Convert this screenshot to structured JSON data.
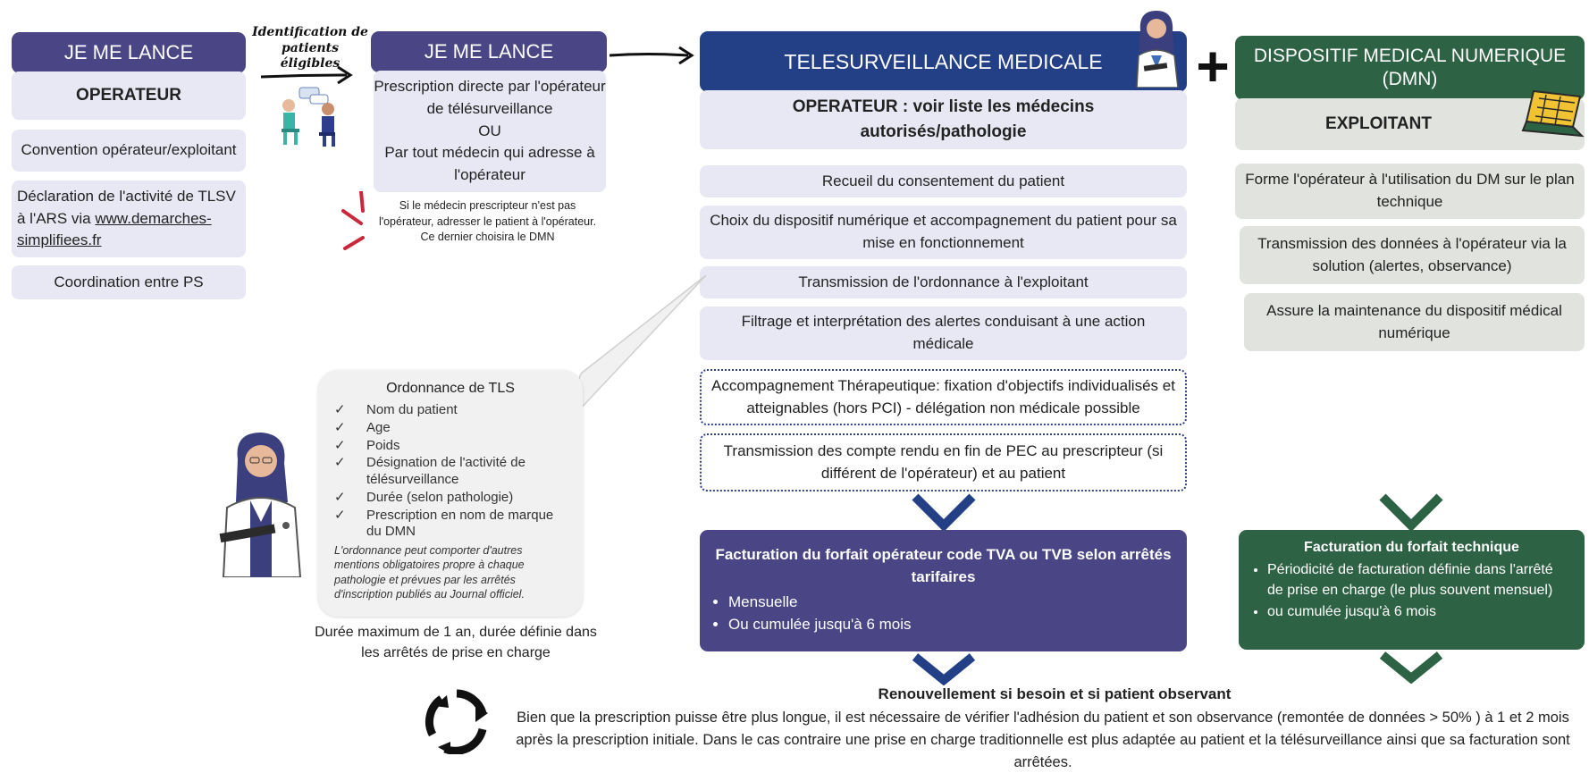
{
  "col1": {
    "header": "JE ME LANCE",
    "role": "OPERATEUR",
    "items": [
      "Convention opérateur/exploitant",
      "Coordination entre PS"
    ],
    "declaration_prefix": "Déclaration de l'activité de TLSV à l'ARS via ",
    "declaration_link": "www.demarches-simplifiees.fr"
  },
  "arrow_label": "Identification de patients éligibles",
  "col2": {
    "header": "JE ME LANCE",
    "prescription": [
      "Prescription directe par l'opérateur de télésurveillance",
      "OU",
      "Par tout médecin qui adresse à l'opérateur"
    ],
    "note": "Si le médecin prescripteur n'est pas l'opérateur, adresser le patient à l'opérateur. Ce dernier choisira le DMN"
  },
  "col3": {
    "header": "TELESURVEILLANCE MEDICALE",
    "role": "OPERATEUR : voir liste les médecins autorisés/pathologie",
    "items": [
      "Recueil du consentement du patient",
      "Choix du dispositif numérique et accompagnement du patient pour sa mise en fonctionnement",
      "Transmission de l'ordonnance à l'exploitant",
      "Filtrage et interprétation des alertes conduisant à une action médicale"
    ],
    "dotted_items": [
      "Accompagnement Thérapeutique: fixation d'objectifs individualisés et atteignables (hors PCI) - délégation non médicale possible",
      "Transmission des compte rendu en fin de PEC au prescripteur (si différent de l'opérateur) et au patient"
    ],
    "billing_title": "Facturation du forfait opérateur code TVA  ou TVB selon arrêtés tarifaires",
    "billing_items": [
      "Mensuelle",
      "Ou cumulée jusqu'à 6 mois"
    ]
  },
  "plus_sign": "+",
  "col4": {
    "header": "DISPOSITIF MEDICAL NUMERIQUE (DMN)",
    "role": "EXPLOITANT",
    "items": [
      "Forme l'opérateur à l'utilisation du DM sur le plan technique",
      "Transmission des données à l'opérateur via la solution (alertes, observance)",
      "Assure la maintenance du dispositif médical numérique"
    ],
    "billing_title": "Facturation du forfait technique",
    "billing_items": [
      "Périodicité de facturation définie dans l'arrêté de prise en charge (le plus souvent mensuel)",
      "ou cumulée jusqu'à 6 mois"
    ]
  },
  "ordonnance": {
    "title": "Ordonnance de TLS",
    "items": [
      "Nom du patient",
      "Age",
      "Poids",
      "Désignation de l'activité de télésurveillance",
      "Durée (selon pathologie)",
      "Prescription en nom de marque du DMN"
    ],
    "note": "L'ordonnance peut comporter d'autres mentions obligatoires propre à chaque pathologie et prévues par les arrêtés d'inscription publiés au Journal officiel.",
    "check_symbol": "✓",
    "duration": "Durée maximum de 1 an, durée définie dans les arrêtés de prise en charge"
  },
  "renewal": {
    "title": "Renouvellement si besoin et si patient observant",
    "text": "Bien que la prescription puisse être plus longue, il est nécessaire de vérifier l'adhésion du patient et son observance (remontée de données > 50% ) à 1 et 2 mois après la prescription initiale.   Dans le cas contraire une prise en charge traditionnelle est plus adaptée au patient et la télésurveillance ainsi que sa facturation sont arrêtées."
  },
  "icons": [
    "doctors-consultation-icon",
    "doctor-icon",
    "laptop-icon",
    "recycle-icon",
    "alert-lines-icon"
  ]
}
